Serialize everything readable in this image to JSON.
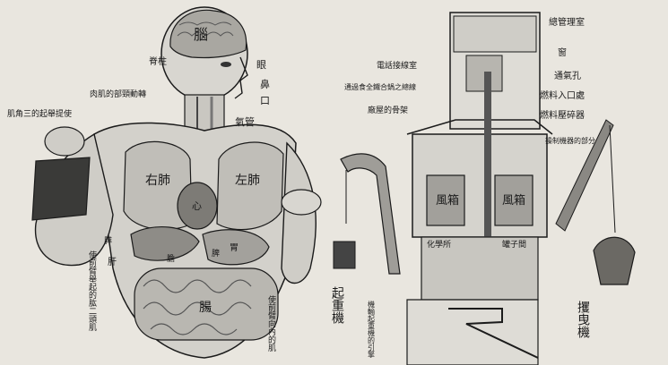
{
  "labels": {
    "brain": "腦",
    "eye": "眼",
    "nose": "鼻",
    "mouth": "口",
    "trachea": "氣管",
    "spine": "脊柱",
    "neck_muscle": "肉肌的部頸動轉",
    "arm_muscle": "肌角三的起舉提使",
    "right_lung": "右肺",
    "left_lung": "左肺",
    "heart": "心",
    "stomach": "胃",
    "liver": "肝",
    "gall": "膽",
    "spleen": "脾",
    "pancreas": "膵",
    "intestine": "腸",
    "biceps": "使前臂舉起的肱二頭肌",
    "forearm": "使前臂向內的肌",
    "manager_room": "總管理室",
    "telephone_room": "電話接線室",
    "pipe": "通過食全鐵合鍋之總線",
    "window": "窗",
    "vent": "通氣孔",
    "coal_inlet": "燃料入口處",
    "crusher": "燃料壓碎器",
    "engine_frame": "廠屋的骨架",
    "fan_box": "風箱",
    "control": "操制機器的部分",
    "digestion": "化學所",
    "sorting": "罐子間",
    "crane": "起重機",
    "grab": "攫曳機",
    "conveyor": "機輸起重機的引擎"
  },
  "colors": {
    "paper": "#e9e6df",
    "ink": "#1b1b1b",
    "shade": "#8a8a86",
    "mid": "#b9b7b1"
  }
}
